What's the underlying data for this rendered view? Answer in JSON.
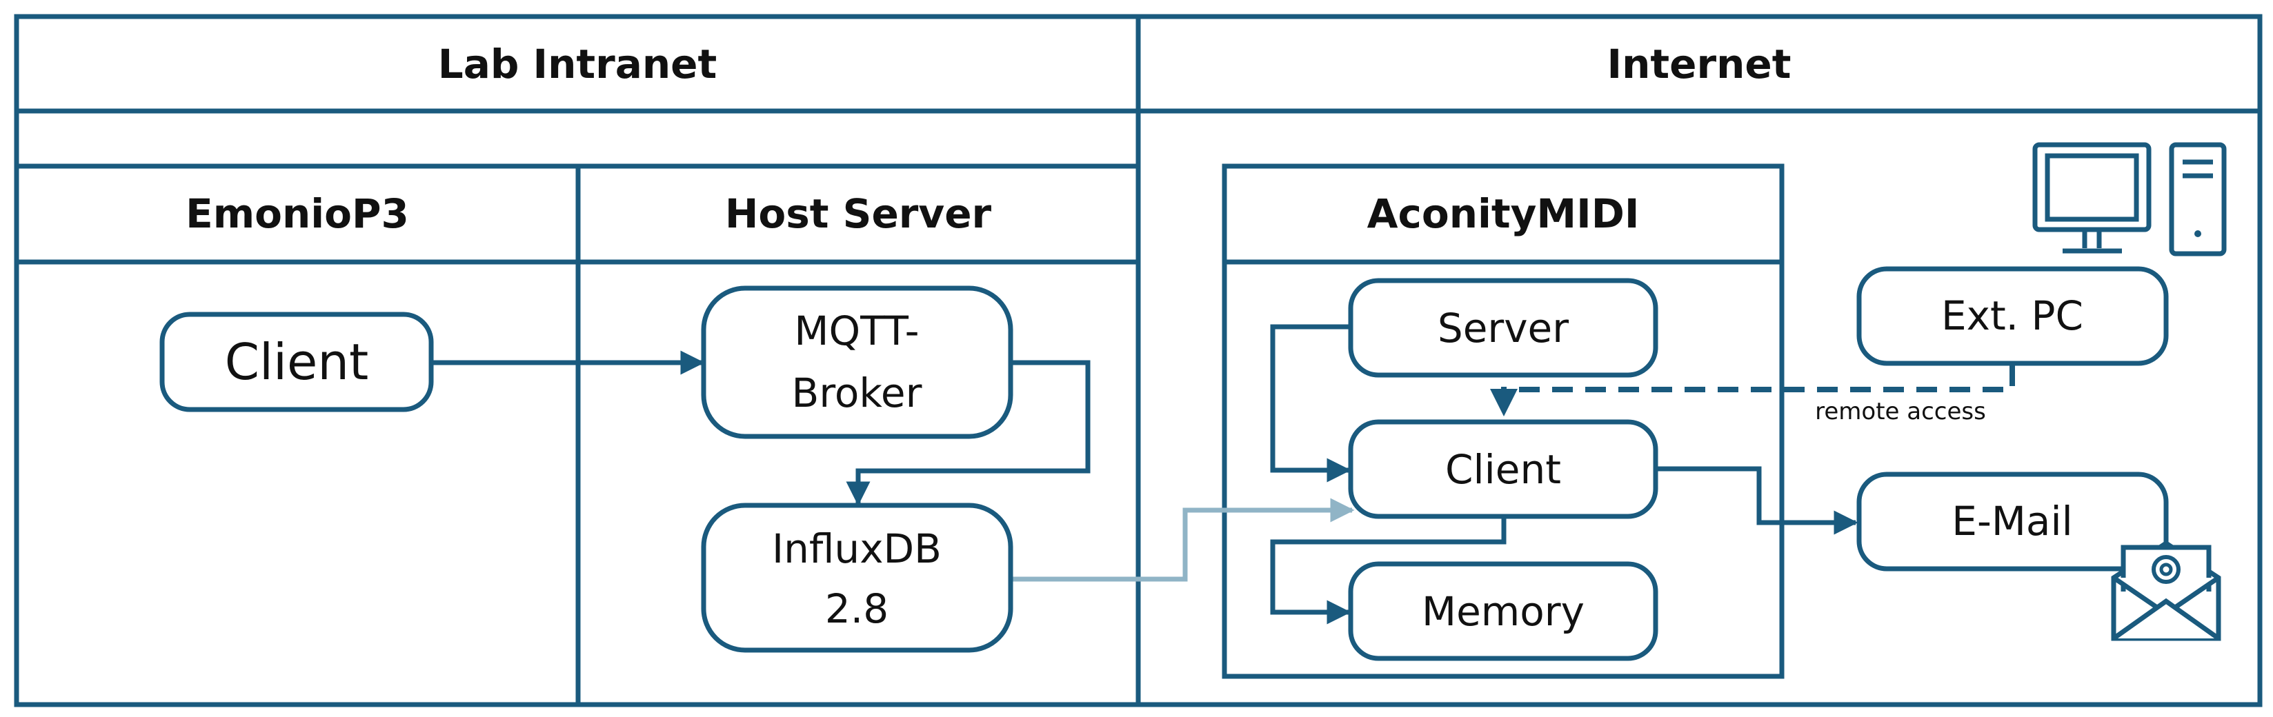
{
  "sections": {
    "lab_intranet": "Lab Intranet",
    "internet": "Internet"
  },
  "lanes": {
    "emonio": "EmonioP3",
    "host_server": "Host Server",
    "aconity": "AconityMIDI"
  },
  "nodes": {
    "emonio_client": "Client",
    "mqtt_line1": "MQTT-",
    "mqtt_line2": "Broker",
    "influx_line1": "InfluxDB",
    "influx_line2": "2.8",
    "aconity_server": "Server",
    "aconity_client": "Client",
    "aconity_memory": "Memory",
    "ext_pc": "Ext. PC",
    "email": "E-Mail"
  },
  "annotations": {
    "remote_access": "remote access"
  },
  "icons": [
    "desktop-computer-icon",
    "email-envelope-icon"
  ],
  "colors": {
    "primary": "#1a5a7e",
    "light_connector": "#90b4c6"
  }
}
